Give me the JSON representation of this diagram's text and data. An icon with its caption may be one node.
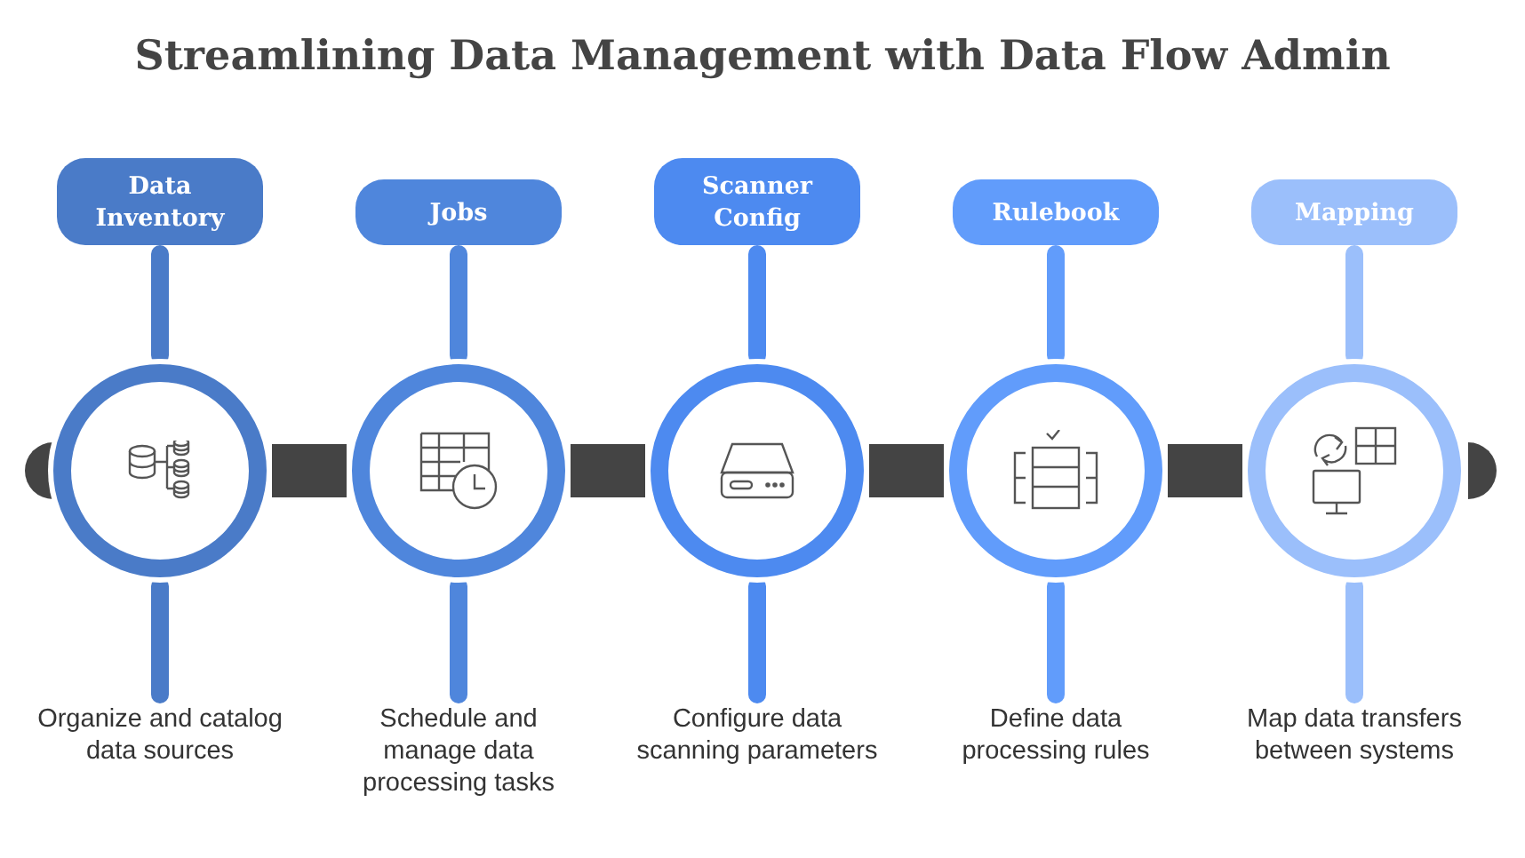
{
  "diagram": {
    "title": "Streamlining Data Management with Data Flow Admin",
    "nodes": [
      {
        "text": [
          "Data Inventory"
        ]
      },
      {
        "text": [
          "Jobs"
        ]
      },
      {
        "text": [
          "Scanner Config"
        ]
      },
      {
        "text": [
          "Rulebook"
        ]
      },
      {
        "text": [
          "Mapping"
        ]
      },
      {
        "text": [],
        "shape": "circle"
      },
      {
        "text": [],
        "shape": "circle"
      },
      {
        "text": [],
        "shape": "circle"
      },
      {
        "text": [],
        "shape": "circle"
      },
      {
        "text": [],
        "shape": "circle"
      },
      {
        "text": [
          "Organize and catalog data sources"
        ]
      },
      {
        "text": [
          "Schedule and manage data processing tasks"
        ]
      },
      {
        "text": [
          "Configure data scanning parameters"
        ]
      },
      {
        "text": [
          "Define data processing rules"
        ]
      },
      {
        "text": [
          "Map data transfers between systems"
        ]
      }
    ],
    "edges": [
      {
        "from": 0,
        "to": 5,
        "arrow": "none",
        "color": "#4a7bc8"
      },
      {
        "from": 1,
        "to": 6,
        "arrow": "none",
        "color": "#4f86dc"
      },
      {
        "from": 2,
        "to": 7,
        "arrow": "none",
        "color": "#4d8af0"
      },
      {
        "from": 3,
        "to": 8,
        "arrow": "none",
        "color": "#619cfb"
      },
      {
        "from": 4,
        "to": 9,
        "arrow": "none",
        "color": "#9bbffb"
      },
      {
        "from": 5,
        "to": 6,
        "arrow": "none",
        "style": "thick",
        "color": "#444444"
      },
      {
        "from": 6,
        "to": 7,
        "arrow": "none",
        "style": "thick",
        "color": "#444444"
      },
      {
        "from": 7,
        "to": 8,
        "arrow": "none",
        "style": "thick",
        "color": "#444444"
      },
      {
        "from": 8,
        "to": 9,
        "arrow": "none",
        "style": "thick",
        "color": "#444444"
      },
      {
        "from": 5,
        "to": 10,
        "arrow": "none",
        "color": "#4a7bc8"
      },
      {
        "from": 6,
        "to": 11,
        "arrow": "none",
        "color": "#4f86dc"
      },
      {
        "from": 7,
        "to": 12,
        "arrow": "none",
        "color": "#4d8af0"
      },
      {
        "from": 8,
        "to": 13,
        "arrow": "none",
        "color": "#619cfb"
      },
      {
        "from": 9,
        "to": 14,
        "arrow": "none",
        "color": "#9bbffb"
      }
    ]
  }
}
